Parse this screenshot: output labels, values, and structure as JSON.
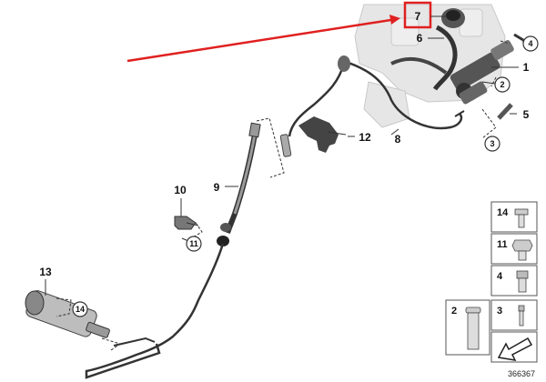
{
  "colors": {
    "highlight": "#e02020",
    "line": "#1a1a1a",
    "part_fill": "#d6d6d6",
    "part_dark": "#555555",
    "ghost": "#e6e6e6"
  },
  "callouts": {
    "p1": "1",
    "p2": "2",
    "p3": "3",
    "p4": "4",
    "p5": "5",
    "p6": "6",
    "p7": "7",
    "p8": "8",
    "p9": "9",
    "p10": "10",
    "p11": "11",
    "p12": "12",
    "p13": "13",
    "p14": "14"
  },
  "legend": {
    "cells": [
      {
        "label": "14"
      },
      {
        "label": "11"
      },
      {
        "label": "4"
      },
      {
        "label": "2"
      },
      {
        "label": "3"
      }
    ]
  },
  "diagram_code": "366367"
}
